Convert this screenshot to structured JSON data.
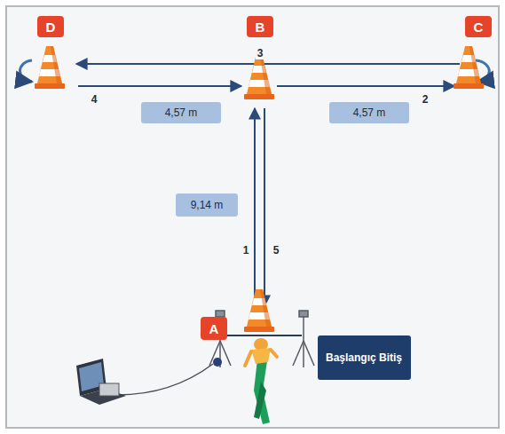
{
  "diagram": {
    "nodes": [
      {
        "text": [
          "D"
        ]
      },
      {
        "text": [
          "B"
        ]
      },
      {
        "text": [
          "C"
        ]
      },
      {
        "text": [
          "4,57 m"
        ]
      },
      {
        "text": [
          "4,57 m"
        ]
      },
      {
        "text": [
          "9,14 m"
        ]
      },
      {
        "text": [
          "A"
        ]
      },
      {
        "text": [
          "Başlangıç Bitiş"
        ]
      }
    ],
    "labels": [
      "3",
      "4",
      "2",
      "1",
      "5"
    ]
  }
}
